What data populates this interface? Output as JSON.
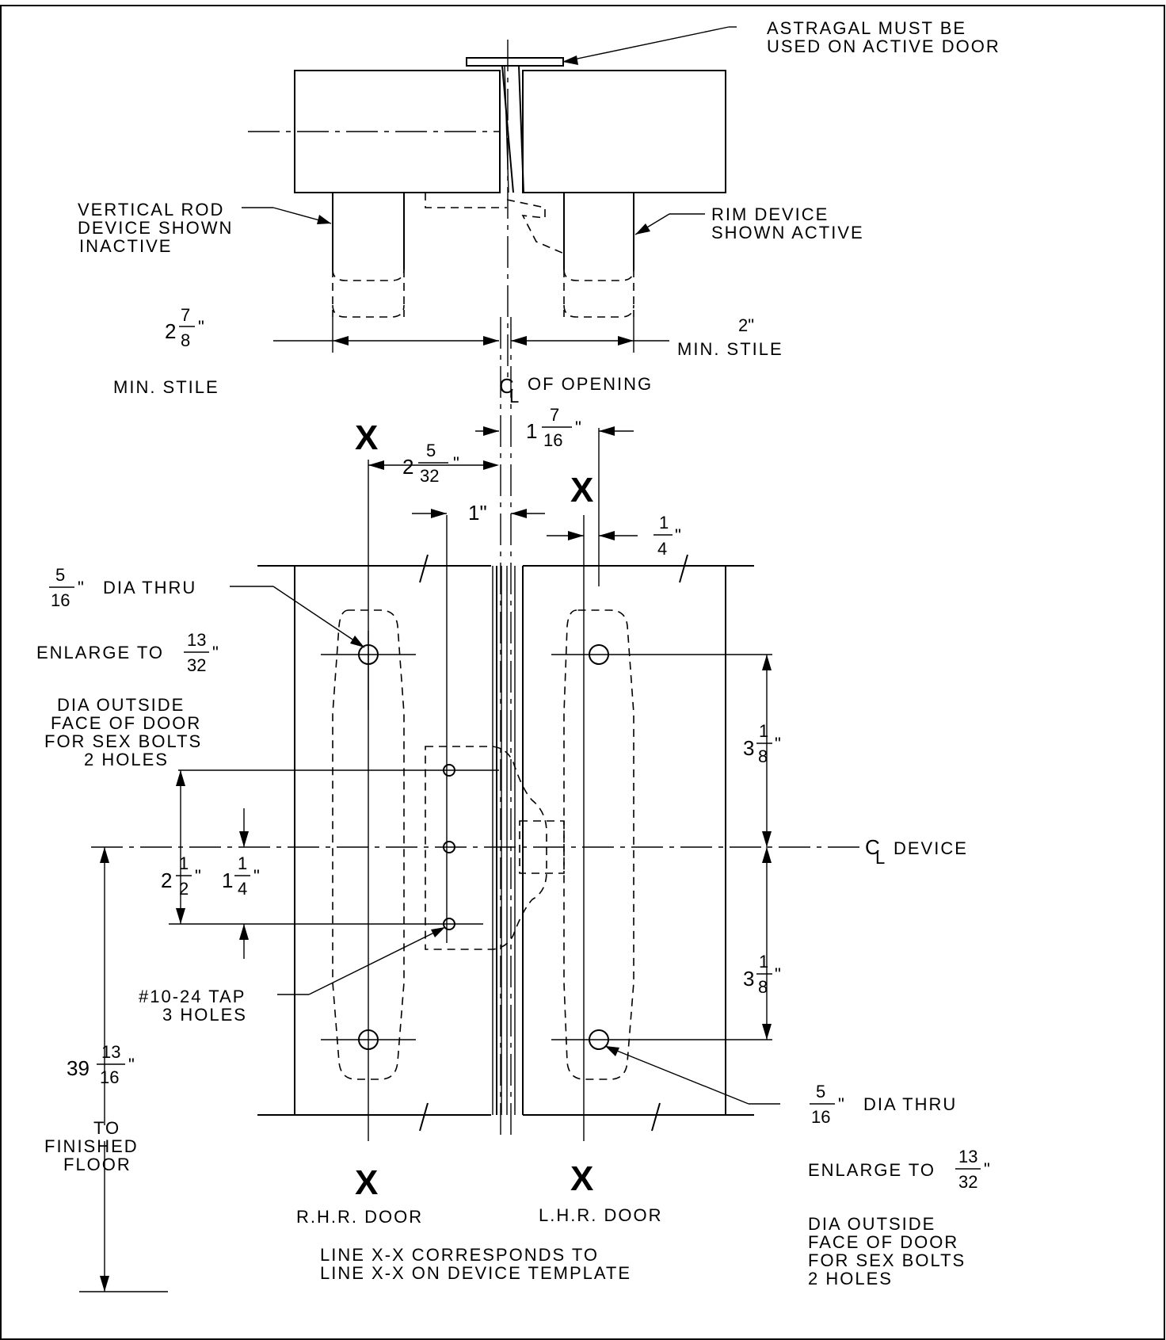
{
  "notes": {
    "astragal_1": "ASTRAGAL MUST BE",
    "astragal_2": "USED ON ACTIVE DOOR",
    "vrod_1": "VERTICAL ROD",
    "vrod_2": "DEVICE SHOWN",
    "vrod_3": "INACTIVE",
    "rim_1": "RIM DEVICE",
    "rim_2": "SHOWN ACTIVE",
    "min_stile_left": "MIN. STILE",
    "min_stile_right": "MIN. STILE",
    "cl_opening": "OF OPENING",
    "cl_device": "DEVICE",
    "dia_thru_left": "DIA THRU",
    "dia_thru_right": "DIA THRU",
    "enlarge_left": "ENLARGE TO",
    "enlarge_right": "ENLARGE TO",
    "sex_left_1": "DIA OUTSIDE",
    "sex_left_2": "FACE OF DOOR",
    "sex_left_3": "FOR SEX BOLTS",
    "sex_left_4": "2 HOLES",
    "sex_right_1": "DIA OUTSIDE",
    "sex_right_2": "FACE OF DOOR",
    "sex_right_3": "FOR SEX BOLTS",
    "sex_right_4": "2 HOLES",
    "tap_1": "#10-24 TAP",
    "tap_2": "3 HOLES",
    "floor_1": "TO",
    "floor_2": "FINISHED",
    "floor_3": "FLOOR",
    "rhr": "R.H.R. DOOR",
    "lhr": "L.H.R. DOOR",
    "xx_1": "LINE X-X CORRESPONDS TO",
    "xx_2": "LINE X-X ON DEVICE TEMPLATE",
    "x_mark": "X",
    "cl_symbol": "C",
    "cl_sub": "L"
  },
  "dims": {
    "d278_whole": "2",
    "d278_num": "7",
    "d278_den": "8",
    "d2": "2\"",
    "d2532_whole": "2",
    "d2532_num": "5",
    "d2532_den": "32",
    "d1716_whole": "1",
    "d1716_num": "7",
    "d1716_den": "16",
    "d1": "1\"",
    "d14_num": "1",
    "d14_den": "4",
    "d516_num": "5",
    "d516_den": "16",
    "d1332_num": "13",
    "d1332_den": "32",
    "d318_whole": "3",
    "d318_num": "1",
    "d318_den": "8",
    "d212_whole": "2",
    "d212_num": "1",
    "d212_den": "2",
    "d114_whole": "1",
    "d114_num": "1",
    "d114_den": "4",
    "d391316_whole": "39",
    "d391316_num": "13",
    "d391316_den": "16",
    "inch": "\""
  }
}
